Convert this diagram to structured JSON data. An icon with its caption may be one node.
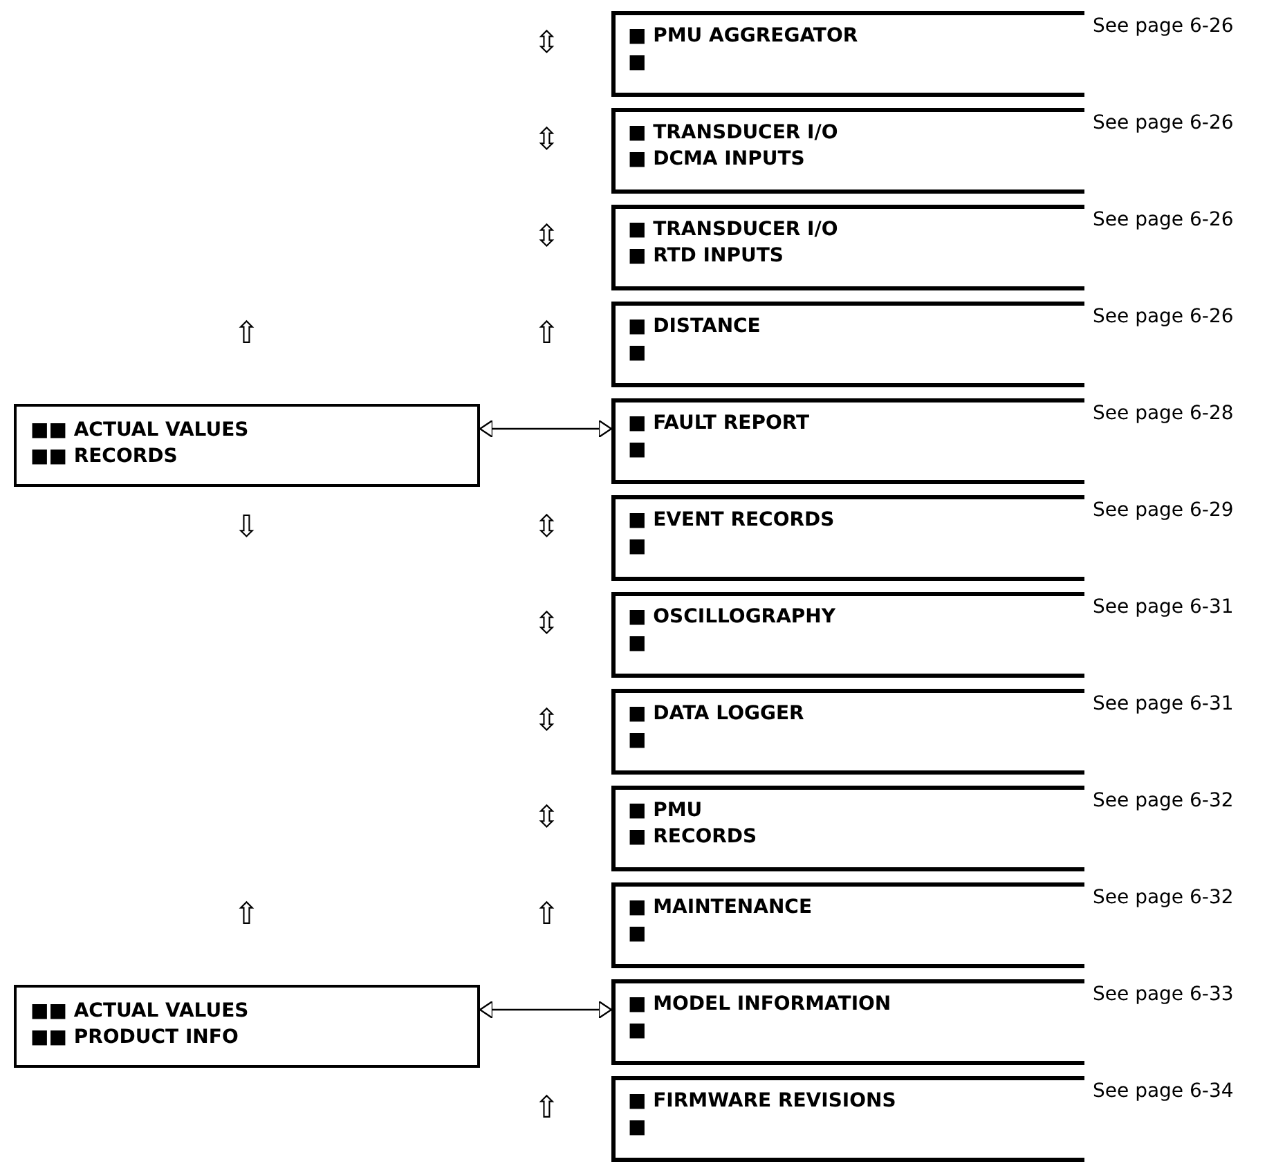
{
  "diagram": {
    "nodes": [
      {
        "text": [
          "■ PMU AGGREGATOR",
          "■"
        ],
        "beside": [
          "See page 6-26"
        ]
      },
      {
        "text": [
          "■ TRANSDUCER I/O",
          "■ DCMA INPUTS"
        ],
        "beside": [
          "See page 6-26"
        ]
      },
      {
        "text": [
          "■ TRANSDUCER I/O",
          "■ RTD INPUTS"
        ],
        "beside": [
          "See page 6-26"
        ]
      },
      {
        "text": [
          "■ DISTANCE",
          "■"
        ],
        "beside": [
          "See page 6-26"
        ]
      },
      {
        "text": [
          "■■ ACTUAL VALUES",
          "■■ RECORDS"
        ]
      },
      {
        "text": [
          "■ FAULT REPORT",
          "■"
        ],
        "beside": [
          "See page 6-28"
        ]
      },
      {
        "text": [
          "■ EVENT RECORDS",
          "■"
        ],
        "beside": [
          "See page 6-29"
        ]
      },
      {
        "text": [
          "■ OSCILLOGRAPHY",
          "■"
        ],
        "beside": [
          "See page 6-31"
        ]
      },
      {
        "text": [
          "■ DATA LOGGER",
          "■"
        ],
        "beside": [
          "See page 6-31"
        ]
      },
      {
        "text": [
          "■ PMU",
          "■ RECORDS"
        ],
        "beside": [
          "See page 6-32"
        ]
      },
      {
        "text": [
          "■ MAINTENANCE",
          "■"
        ],
        "beside": [
          "See page 6-32"
        ]
      },
      {
        "text": [
          "■■ ACTUAL VALUES",
          "■■ PRODUCT INFO"
        ]
      },
      {
        "text": [
          "■ MODEL INFORMATION",
          "■"
        ],
        "beside": [
          "See page 6-33"
        ]
      },
      {
        "text": [
          "■ FIRMWARE REVISIONS",
          "■"
        ],
        "beside": [
          "See page 6-34"
        ]
      }
    ],
    "edges": [
      {
        "from": 4,
        "to": 5,
        "arrow": "both"
      },
      {
        "from": 11,
        "to": 12,
        "arrow": "both"
      }
    ],
    "labels": [
      "⇳",
      "⇳",
      "⇳",
      "⇧",
      "⇧",
      "⇩",
      "⇳",
      "⇳",
      "⇳",
      "⇳",
      "⇧",
      "⇧",
      "⇧"
    ]
  }
}
